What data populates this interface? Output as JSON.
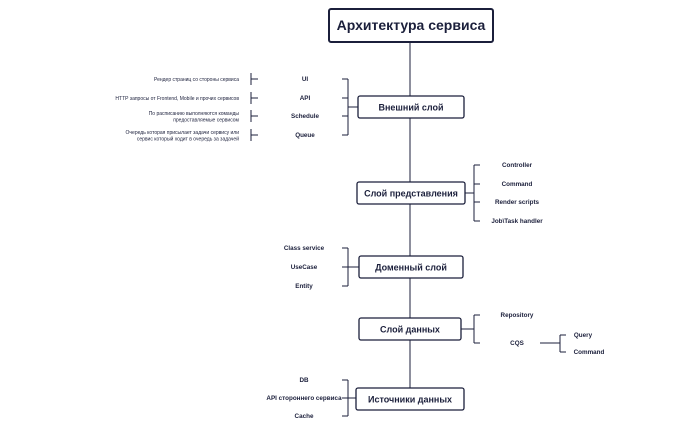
{
  "title": "Архитектура сервиса",
  "layers": {
    "outer": "Внешний слой",
    "presentation": "Слой представления",
    "domain": "Доменный слой",
    "data": "Слой данных",
    "sources": "Источники данных"
  },
  "outer_items": [
    {
      "label": "UI",
      "desc": [
        "Рендер страниц со стороны сервиса"
      ]
    },
    {
      "label": "API",
      "desc": [
        "HTTP запросы от Frontend, Mobile и прочих сервисов"
      ]
    },
    {
      "label": "Schedule",
      "desc": [
        "По расписанию выполняются команды",
        "предоставляемые сервисом"
      ]
    },
    {
      "label": "Queue",
      "desc": [
        "Очередь которая присылает задачи сервису или",
        "сервис который ходит в очередь за задачей"
      ]
    }
  ],
  "presentation_items": [
    "Controller",
    "Command",
    "Render scripts",
    "Job\\Task handler"
  ],
  "domain_items": [
    "Class service",
    "UseCase",
    "Entity"
  ],
  "data_items": [
    "Repository",
    "CQS"
  ],
  "cqs_items": [
    "Query",
    "Command"
  ],
  "source_items": [
    "DB",
    "API стороннего сервиса",
    "Cache"
  ]
}
